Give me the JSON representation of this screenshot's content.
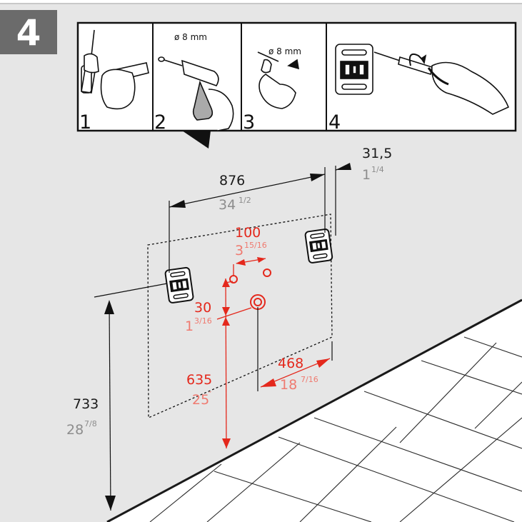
{
  "step": {
    "number": "4"
  },
  "panels": [
    {
      "number": "1"
    },
    {
      "number": "2",
      "label": "ø 8 mm"
    },
    {
      "number": "3",
      "label": "ø 8 mm"
    },
    {
      "number": "4"
    }
  ],
  "dimensions": {
    "width_mm": "876",
    "width_in_whole": "34",
    "width_in_frac": "1/2",
    "offset_mm": "31,5",
    "offset_in_whole": "1",
    "offset_in_frac": "1/4",
    "hole_spacing_mm": "100",
    "hole_spacing_in_whole": "3",
    "hole_spacing_in_frac": "15/16",
    "vertical_gap_mm": "30",
    "vertical_gap_in_whole": "1",
    "vertical_gap_in_frac": "3/16",
    "hole_height_mm": "635",
    "hole_height_in_whole": "25",
    "hole_height_in_frac": "″",
    "bracket_offset_mm": "468",
    "bracket_offset_in_whole": "18",
    "bracket_offset_in_frac": "7/16",
    "floor_height_mm": "733",
    "floor_height_in_whole": "28",
    "floor_height_in_frac": "7/8"
  },
  "colors": {
    "badge": "#6b6b6b",
    "wall": "#e6e6e6",
    "dimension_red": "#e4281c",
    "dimension_pink": "#ef7a70",
    "dimension_grey": "#8d8d8d"
  }
}
